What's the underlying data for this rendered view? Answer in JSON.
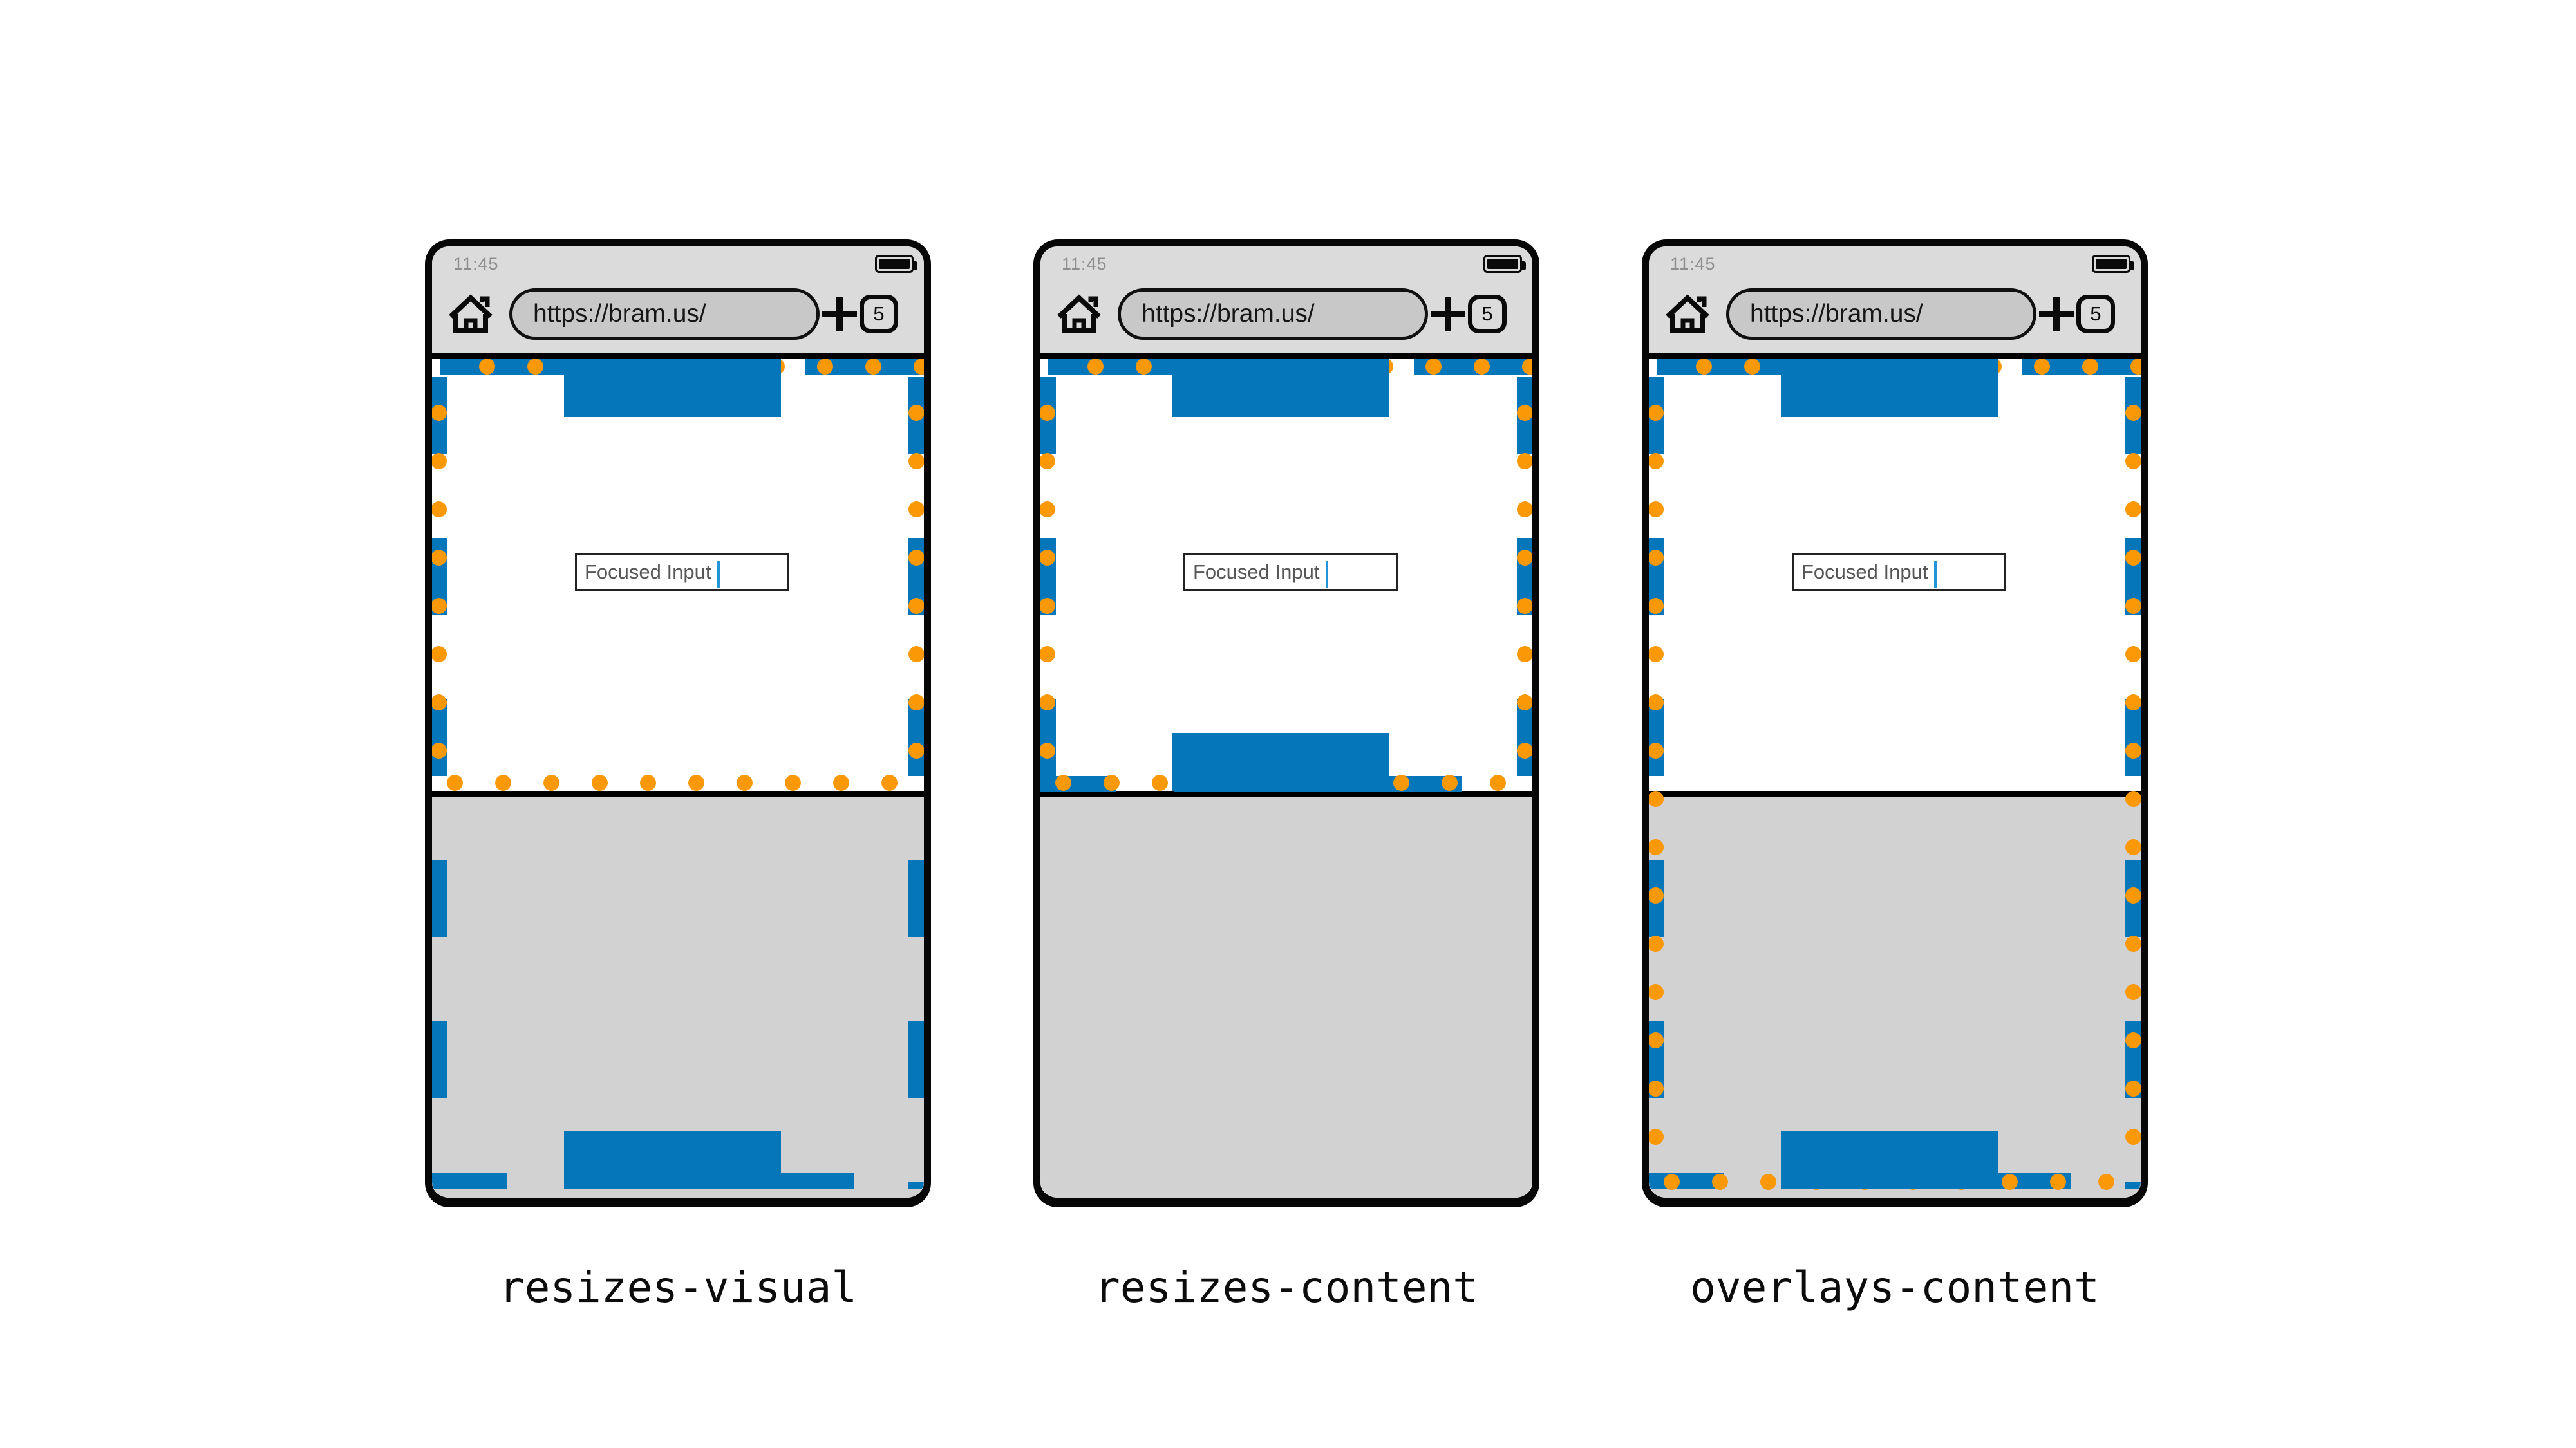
{
  "colors": {
    "layout_viewport_blue": "#0576ba",
    "visual_viewport_orange": "#fa9805",
    "statusbar_gray": "#dbdbdb",
    "keyboard_gray": "#d2d2d2",
    "url_pill_gray": "#c8c8c8",
    "text_cursor_blue": "#2496d8"
  },
  "phones": [
    {
      "status_time": "11:45",
      "url": "https://bram.us/",
      "tab_count": "5",
      "input_value": "Focused Input",
      "label": "resizes-visual"
    },
    {
      "status_time": "11:45",
      "url": "https://bram.us/",
      "tab_count": "5",
      "input_value": "Focused Input",
      "label": "resizes-content"
    },
    {
      "status_time": "11:45",
      "url": "https://bram.us/",
      "tab_count": "5",
      "input_value": "Focused Input",
      "label": "overlays-content"
    }
  ]
}
